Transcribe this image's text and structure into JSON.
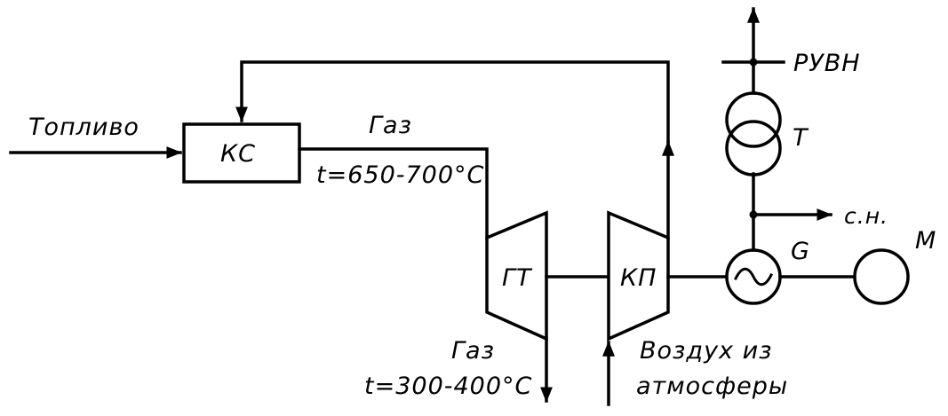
{
  "labels": {
    "fuel": "Топливо",
    "combustion_chamber": "КС",
    "gas_top": "Газ",
    "temp_top": "t=650-700°С",
    "gas_turbine": "ГТ",
    "compressor": "КП",
    "gas_bottom": "Газ",
    "temp_bottom": "t=300-400°С",
    "air_line1": "Воздух из",
    "air_line2": "атмосферы",
    "switchgear": "РУВН",
    "transformer": "Т",
    "aux_needs": "с.н.",
    "generator": "G",
    "motor": "М"
  }
}
